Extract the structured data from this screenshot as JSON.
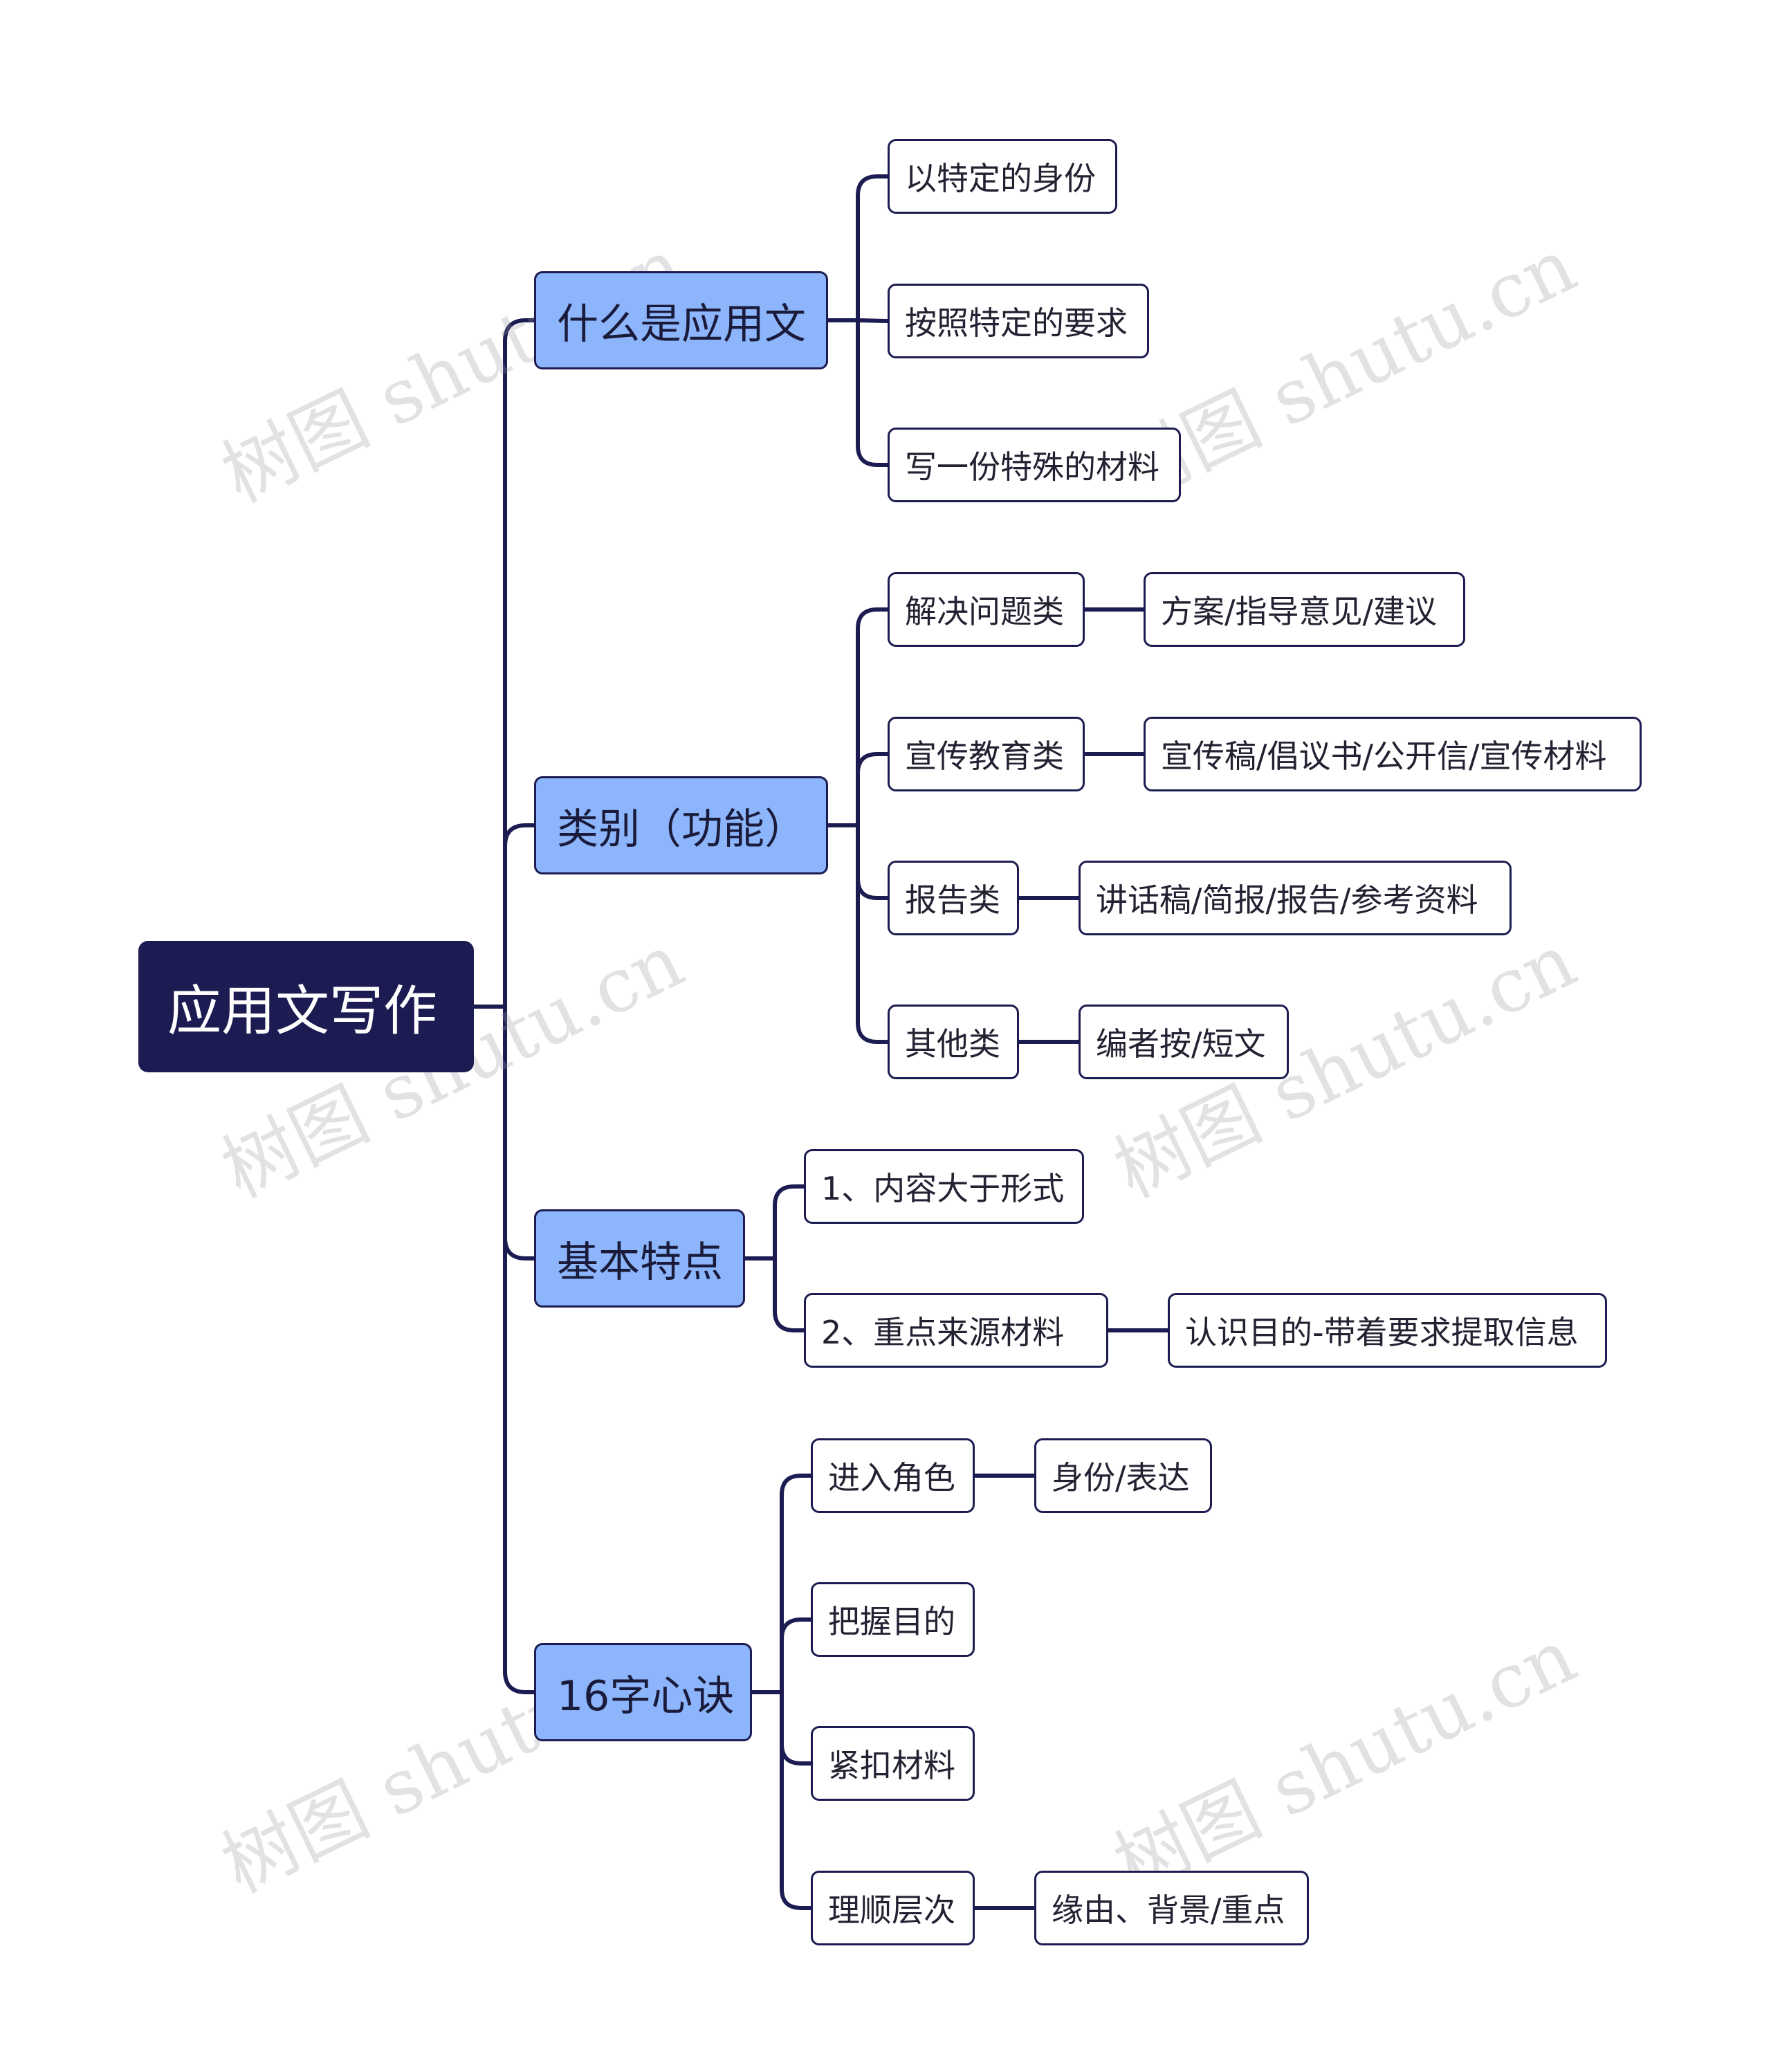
{
  "colors": {
    "line": "#1c1c52",
    "root_bg": "#1c1c52",
    "main_bg": "#8cb5fb",
    "leaf_bg": "#ffffff"
  },
  "root": {
    "label": "应用文写作"
  },
  "branches": [
    {
      "label": "什么是应用文",
      "children": [
        {
          "label": "以特定的身份"
        },
        {
          "label": "按照特定的要求"
        },
        {
          "label": "写一份特殊的材料"
        }
      ]
    },
    {
      "label": "类别（功能）",
      "children": [
        {
          "label": "解决问题类",
          "detail": "方案/指导意见/建议"
        },
        {
          "label": "宣传教育类",
          "detail": "宣传稿/倡议书/公开信/宣传材料"
        },
        {
          "label": "报告类",
          "detail": "讲话稿/简报/报告/参考资料"
        },
        {
          "label": "其他类",
          "detail": "编者按/短文"
        }
      ]
    },
    {
      "label": "基本特点",
      "children": [
        {
          "label": "1、内容大于形式"
        },
        {
          "label": "2、重点来源材料",
          "detail": "认识目的-带着要求提取信息"
        }
      ]
    },
    {
      "label": "16字心诀",
      "children": [
        {
          "label": "进入角色",
          "detail": "身份/表达"
        },
        {
          "label": "把握目的"
        },
        {
          "label": "紧扣材料"
        },
        {
          "label": "理顺层次",
          "detail": "缘由、背景/重点"
        }
      ]
    }
  ],
  "watermark": "树图 shutu.cn"
}
